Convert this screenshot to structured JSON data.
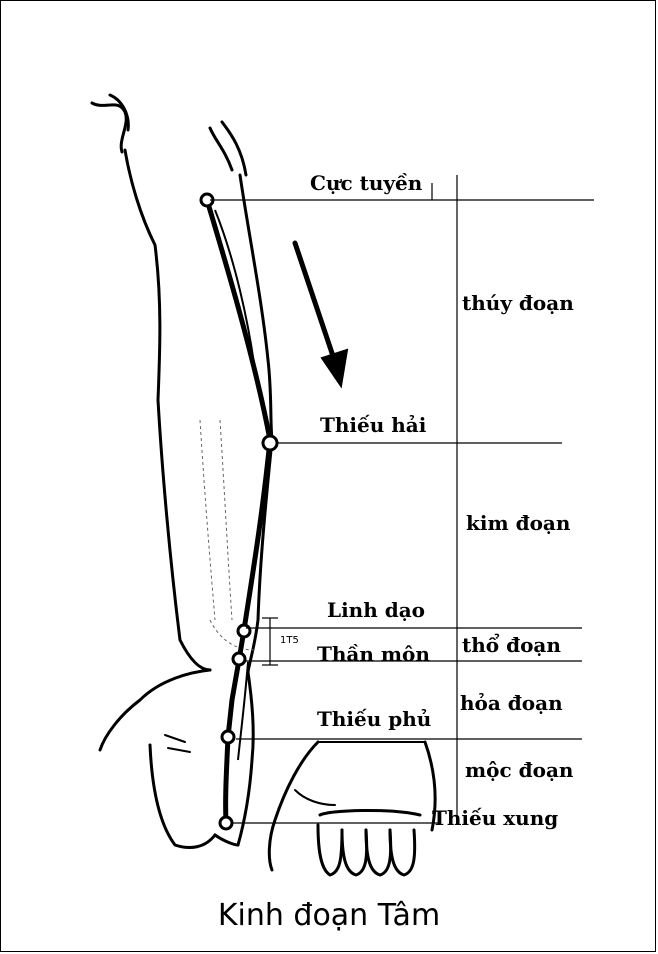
{
  "diagram": {
    "title": "Kinh đoạn Tâm",
    "points": {
      "cuc_tuyen": "Cực tuyền",
      "thieu_hai": "Thiếu hải",
      "linh_dao": "Linh dạo",
      "than_mon": "Thần môn",
      "thieu_phu": "Thiếu phủ",
      "thieu_xung": "Thiếu xung"
    },
    "segments": {
      "thuy": "thúy đoạn",
      "kim": "kim đoạn",
      "tho": "thổ đoạn",
      "hoa": "hỏa đoạn",
      "moc": "mộc đoạn"
    },
    "measure": "1T5"
  }
}
